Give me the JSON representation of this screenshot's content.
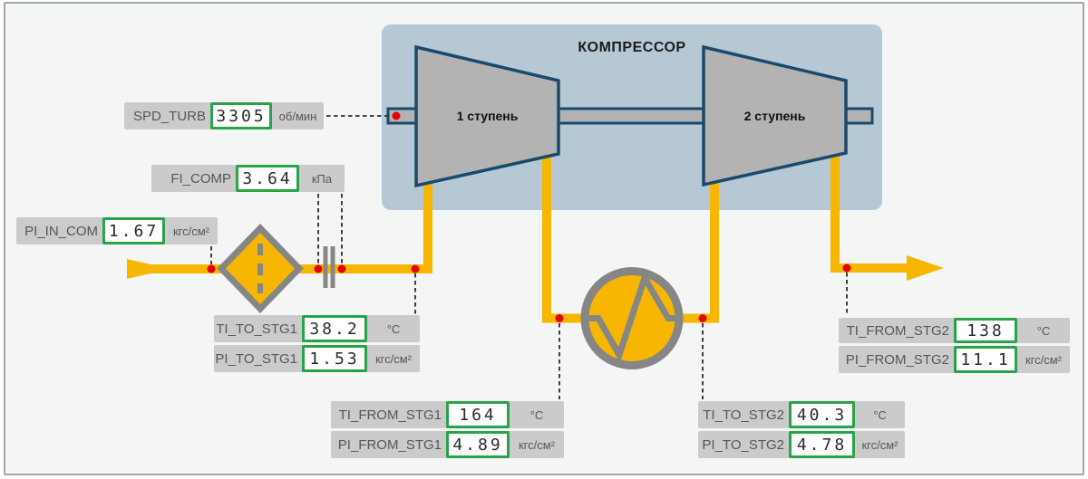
{
  "compressor": {
    "title": "КОМПРЕССОР",
    "stage1_label": "1 ступень",
    "stage2_label": "2 ступень"
  },
  "sensors": {
    "spd_turb": {
      "tag": "SPD_TURB",
      "value": "3305",
      "unit": "об/мин"
    },
    "fi_comp": {
      "tag": "FI_COMP",
      "value": "3.64",
      "unit": "кПа"
    },
    "pi_in_com": {
      "tag": "PI_IN_COM",
      "value": "1.67",
      "unit": "кгс/см²"
    },
    "ti_to_stg1": {
      "tag": "TI_TO_STG1",
      "value": "38.2",
      "unit": "°C"
    },
    "pi_to_stg1": {
      "tag": "PI_TO_STG1",
      "value": "1.53",
      "unit": "кгс/см²"
    },
    "ti_from_stg1": {
      "tag": "TI_FROM_STG1",
      "value": "164",
      "unit": "°C"
    },
    "pi_from_stg1": {
      "tag": "PI_FROM_STG1",
      "value": "4.89",
      "unit": "кгс/см²"
    },
    "ti_to_stg2": {
      "tag": "TI_TO_STG2",
      "value": "40.3",
      "unit": "°C"
    },
    "pi_to_stg2": {
      "tag": "PI_TO_STG2",
      "value": "4.78",
      "unit": "кгс/см²"
    },
    "ti_from_stg2": {
      "tag": "TI_FROM_STG2",
      "value": "138",
      "unit": "°C"
    },
    "pi_from_stg2": {
      "tag": "PI_FROM_STG2",
      "value": "11.1",
      "unit": "кгс/см²"
    }
  },
  "colors": {
    "pipe_yellow": "#F7B600",
    "value_border_green": "#29A347",
    "measurement_dot_red": "#E10600",
    "compressor_box_blue": "#B5C8D4",
    "equipment_gray": "#868686",
    "stage_fill_gray": "#B3B3B3",
    "stage_border_blue": "#1A4A6B",
    "label_box_gray": "#CBCBCB"
  }
}
